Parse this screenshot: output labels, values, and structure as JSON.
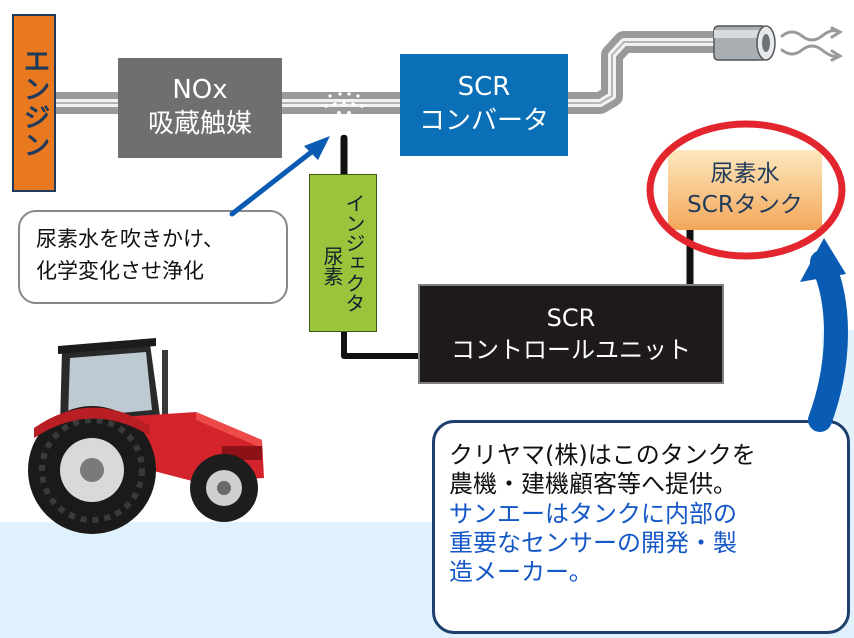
{
  "engine": {
    "label": "エンジン"
  },
  "nox_catalyst": {
    "line1": "NOx",
    "line2": "吸蔵触媒"
  },
  "scr_converter": {
    "line1": "SCR",
    "line2": "コンバータ"
  },
  "urea_injector": {
    "label_main": "インジェクタ",
    "label_sub": "尿素"
  },
  "scr_control_unit": {
    "line1": "SCR",
    "line2": "コントロールユニット"
  },
  "urea_tank": {
    "line1": "尿素水",
    "line2": "SCRタンク"
  },
  "note": {
    "line1": "尿素水を吹きかけ、",
    "line2": "化学変化させ浄化"
  },
  "callout": {
    "line1": "クリヤマ(株)はこのタンクを",
    "line2": "農機・建機顧客等へ提供。",
    "line3": "サンエーはタンクに内部の",
    "line4": "重要なセンサーの開発・製",
    "line5": "造メーカー。"
  },
  "colors": {
    "engine": "#e8791f",
    "nox": "#6f6f70",
    "scr_converter": "#0a6fb6",
    "injector": "#9bc43c",
    "control_unit": "#1e1a1b",
    "tank_gradient": [
      "#fde8be",
      "#f4a75a"
    ],
    "highlight_ring": "#e3262e",
    "arrow": "#0a5bb3",
    "callout_blue_text": "#1457c7",
    "tractor_body": "#d3242b"
  },
  "icons": [
    "exhaust-muffler-icon",
    "exhaust-gas-icon",
    "spray-nozzle-icon",
    "tractor-icon",
    "pointer-arrow-icon",
    "curved-arrow-icon"
  ]
}
